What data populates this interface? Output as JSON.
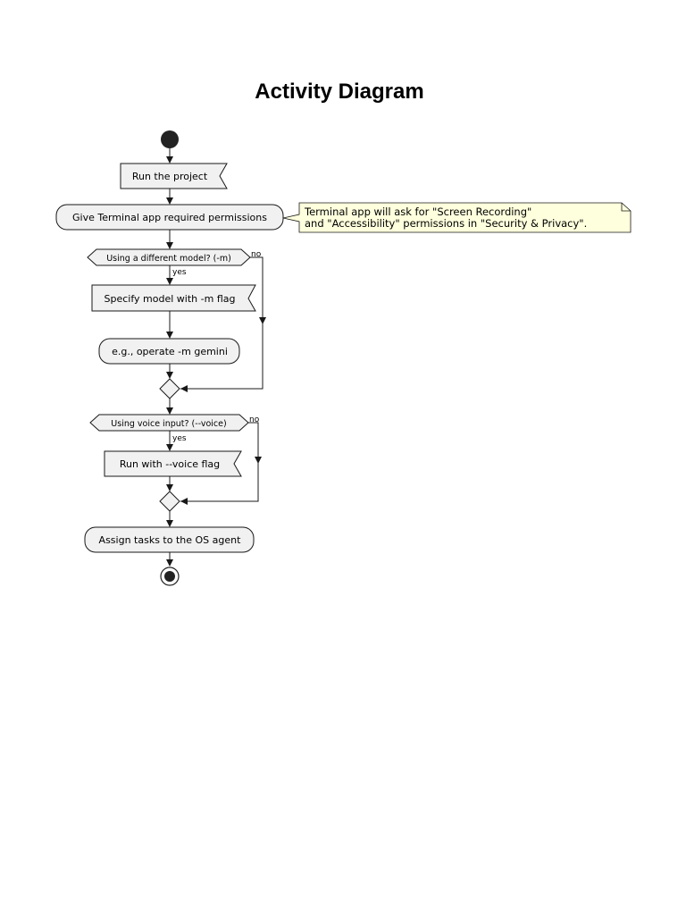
{
  "title": "Activity Diagram",
  "nodes": {
    "run_project": "Run the project",
    "give_permissions": "Give Terminal app required permissions",
    "decision_model": "Using a different model? (-m)",
    "specify_model": "Specify model with -m flag",
    "example_gemini": "e.g., operate -m gemini",
    "decision_voice": "Using voice input? (--voice)",
    "run_voice": "Run with --voice flag",
    "assign_tasks": "Assign tasks to the OS agent"
  },
  "edge_labels": {
    "model_yes": "yes",
    "model_no": "no",
    "voice_yes": "yes",
    "voice_no": "no"
  },
  "note": {
    "line1": "Terminal app will ask for \"Screen Recording\"",
    "line2": "and \"Accessibility\" permissions in \"Security & Privacy\"."
  },
  "colors": {
    "node_fill": "#f1f1f1",
    "note_fill": "#feffdd",
    "stroke": "#181818"
  }
}
